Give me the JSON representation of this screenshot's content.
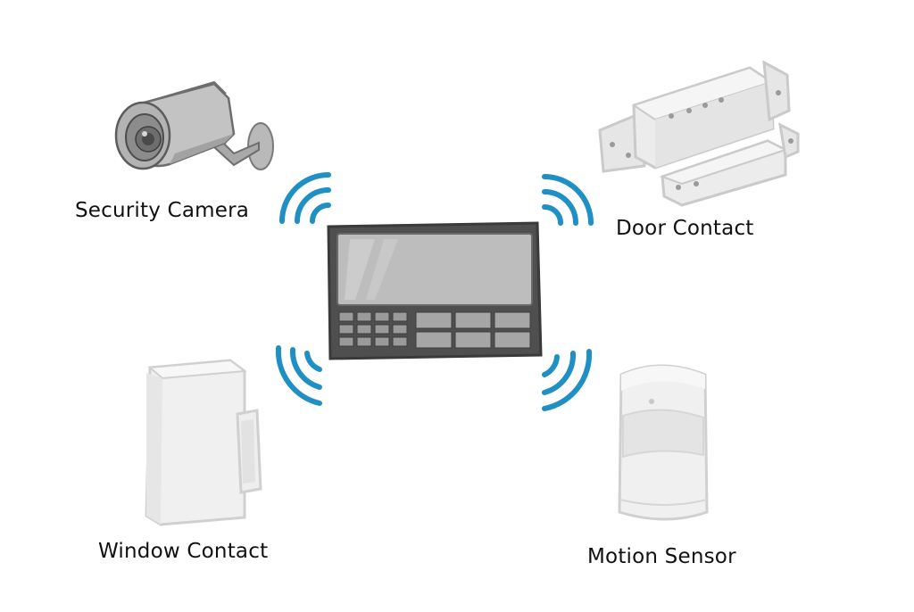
{
  "diagram": {
    "nodes": [
      {
        "id": "security-camera",
        "label": "Security Camera",
        "icon": "security-camera-icon"
      },
      {
        "id": "door-contact",
        "label": "Door Contact",
        "icon": "door-contact-icon"
      },
      {
        "id": "window-contact",
        "label": "Window Contact",
        "icon": "window-contact-icon"
      },
      {
        "id": "motion-sensor",
        "label": "Motion Sensor",
        "icon": "motion-sensor-icon"
      }
    ],
    "hub": {
      "id": "control-panel",
      "icon": "control-panel-icon"
    },
    "links": [
      {
        "from": "security-camera",
        "to": "control-panel",
        "kind": "wireless"
      },
      {
        "from": "door-contact",
        "to": "control-panel",
        "kind": "wireless"
      },
      {
        "from": "window-contact",
        "to": "control-panel",
        "kind": "wireless"
      },
      {
        "from": "motion-sensor",
        "to": "control-panel",
        "kind": "wireless"
      }
    ]
  },
  "colors": {
    "signal": "#1f8fc4",
    "panel_frame": "#5a5a5a",
    "device_fill": "#ececec",
    "device_stroke": "#c9c9c9",
    "label_text": "#111111"
  }
}
